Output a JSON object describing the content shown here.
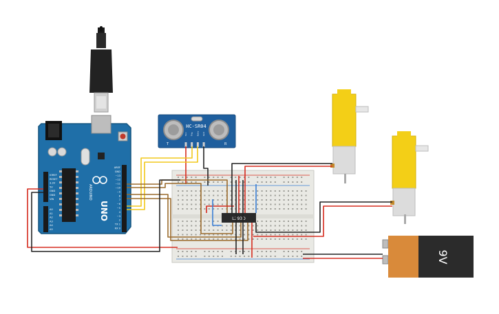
{
  "colors": {
    "board": "#1f6fa8",
    "board_dark": "#15557f",
    "breadboard": "#e9e9e4",
    "motor_yellow": "#f3cf17",
    "battery_orange": "#d98a3a",
    "battery_black": "#2b2b2b",
    "wire_red": "#d52b1e",
    "wire_black": "#222222",
    "wire_yellow": "#f2c81b",
    "wire_brown": "#9a6a2c",
    "wire_blue": "#3a7fd6"
  },
  "arduino": {
    "brand": "ARDUINO",
    "model": "UNO",
    "power_labels": [
      "IOREF",
      "RESET",
      "3.3V",
      "5V",
      "GND",
      "GND",
      "VIN"
    ],
    "analog_labels": [
      "A0",
      "A1",
      "A2",
      "A3",
      "A4",
      "A5"
    ],
    "digital_labels": [
      "AREF",
      "GND",
      "~13",
      "~12",
      "~11",
      "~10",
      "~9",
      "8",
      "7",
      "~6",
      "~5",
      "4",
      "~3",
      "2",
      "TX 1",
      "RX 0"
    ]
  },
  "sensor": {
    "label": "HC-SR04",
    "left_mark": "T",
    "right_mark": "R",
    "pin_labels": [
      "Vcc",
      "Trig",
      "Echo",
      "Gnd"
    ]
  },
  "driver_chip": {
    "label": "L293D"
  },
  "battery": {
    "label": "9V"
  },
  "icons": {
    "usb": "usb-plug-icon",
    "reset": "reset-button-icon"
  }
}
